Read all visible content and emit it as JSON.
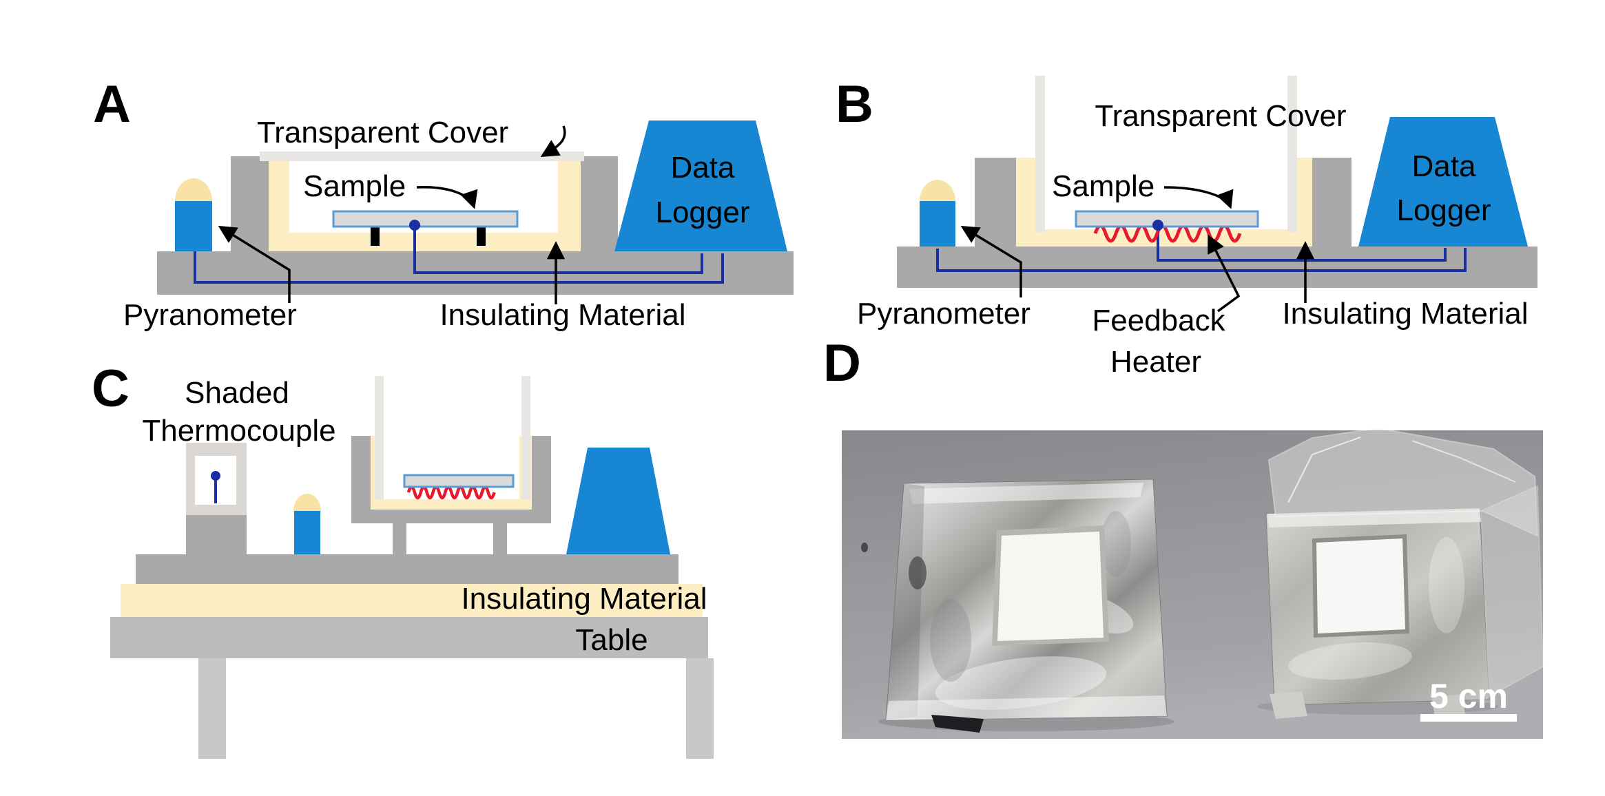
{
  "colors": {
    "structure_gray": "#a9a9a9",
    "table_gray": "#bcbcbc",
    "cover_light_gray": "#e8e6e3",
    "insulation_cream": "#fdedc3",
    "pyranometer_dome_cream": "#f8e2a4",
    "device_blue": "#1787d3",
    "wire_navy": "#1a2fa0",
    "heater_red": "#e8192d",
    "sample_fill": "#d9d9d9",
    "sample_border": "#5b9bd5",
    "photo_background": "#98979b",
    "scale_bar_color": "#ffffff",
    "text_color": "#000000",
    "figure_background": "#ffffff"
  },
  "panels": {
    "A": {
      "letter": "A",
      "labels": {
        "transparent_cover": "Transparent Cover",
        "sample": "Sample",
        "data_logger_line1": "Data",
        "data_logger_line2": "Logger",
        "pyranometer": "Pyranometer",
        "insulating_material": "Insulating Material"
      }
    },
    "B": {
      "letter": "B",
      "labels": {
        "transparent_cover": "Transparent Cover",
        "sample": "Sample",
        "data_logger_line1": "Data",
        "data_logger_line2": "Logger",
        "pyranometer": "Pyranometer",
        "feedback_heater_line1": "Feedback",
        "feedback_heater_line2": "Heater",
        "insulating_material": "Insulating Material"
      }
    },
    "C": {
      "letter": "C",
      "labels": {
        "shaded_thermocouple_line1": "Shaded",
        "shaded_thermocouple_line2": "Thermocouple",
        "insulating_material": "Insulating Material",
        "table": "Table"
      }
    },
    "D": {
      "letter": "D",
      "scale_bar_label": "5 cm"
    }
  }
}
